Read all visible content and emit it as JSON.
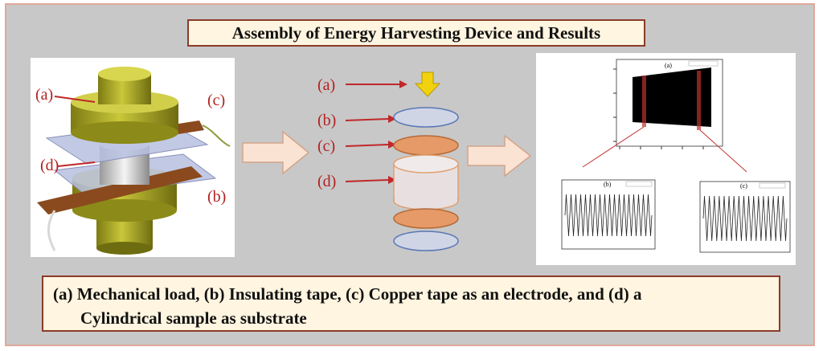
{
  "title": "Assembly of Energy Harvesting Device and Results",
  "device_labels": {
    "a": "(a)",
    "b": "(b)",
    "c": "(c)",
    "d": "(d)"
  },
  "stack_labels": {
    "a": "(a)",
    "b": "(b)",
    "c": "(c)",
    "d": "(d)"
  },
  "plot_labels": {
    "a": "(a)",
    "b": "(b)",
    "c": "(c)"
  },
  "caption": {
    "line1": "(a)  Mechanical load, (b) Insulating tape, (c) Copper tape as an electrode, and (d) a",
    "line2": "Cylindrical sample as substrate"
  },
  "colors": {
    "cylinder": "#b7b52a",
    "copper": "#e59a67",
    "insulating": "#d0d5e6",
    "arrow_red": "#c0282b",
    "load_arrow": "#f2d20f",
    "border": "#8b3b2a"
  }
}
